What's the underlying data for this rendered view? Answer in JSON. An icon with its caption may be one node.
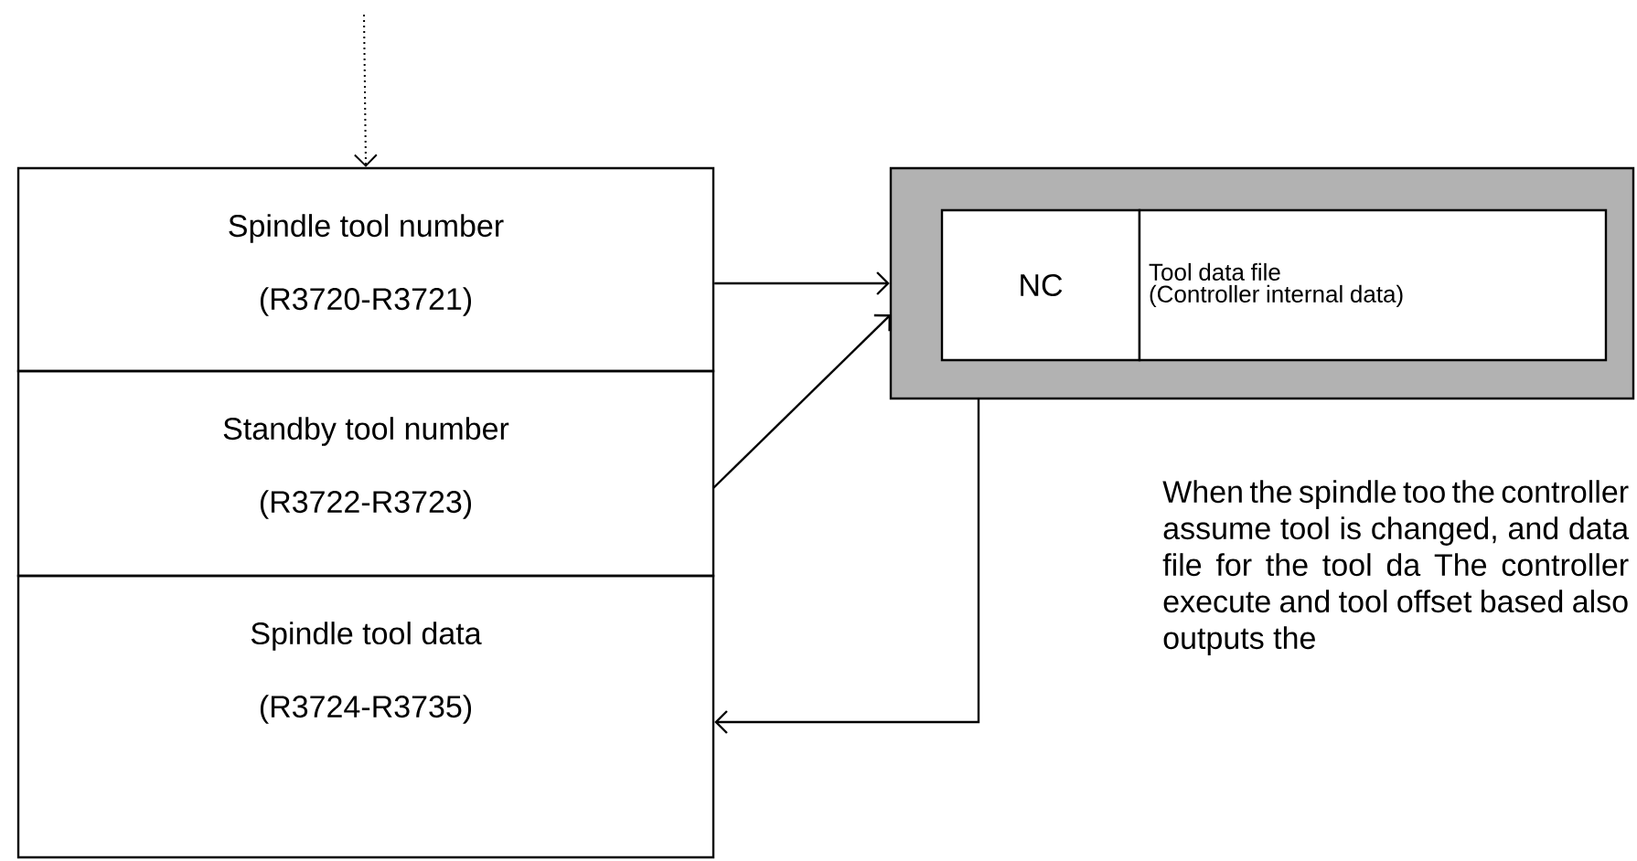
{
  "diagram": {
    "nodes": [
      {
        "text": [
          "Spindle tool number",
          "(R3720-R3721)"
        ]
      },
      {
        "text": [
          "Standby tool number",
          "(R3722-R3723)"
        ]
      },
      {
        "text": [
          "Spindle tool data",
          "(R3724-R3735)"
        ]
      },
      {
        "text": [],
        "shape": "box"
      },
      {
        "text": [
          "NC"
        ],
        "in": 3
      },
      {
        "text": [
          "Tool data file",
          "(Controller internal data)"
        ],
        "in": 3
      }
    ],
    "edges": [
      {
        "from": null,
        "to": 0,
        "arrow": "to",
        "style": "dashed"
      },
      {
        "from": 0,
        "to": 3,
        "arrow": "to"
      },
      {
        "from": 1,
        "to": 3,
        "arrow": "to"
      },
      {
        "from": 3,
        "to": 2,
        "arrow": "to"
      }
    ],
    "labels": [
      "When the spindle too the controller assume tool is changed, and data file for the tool da The controller execute and tool offset based also outputs the"
    ]
  }
}
